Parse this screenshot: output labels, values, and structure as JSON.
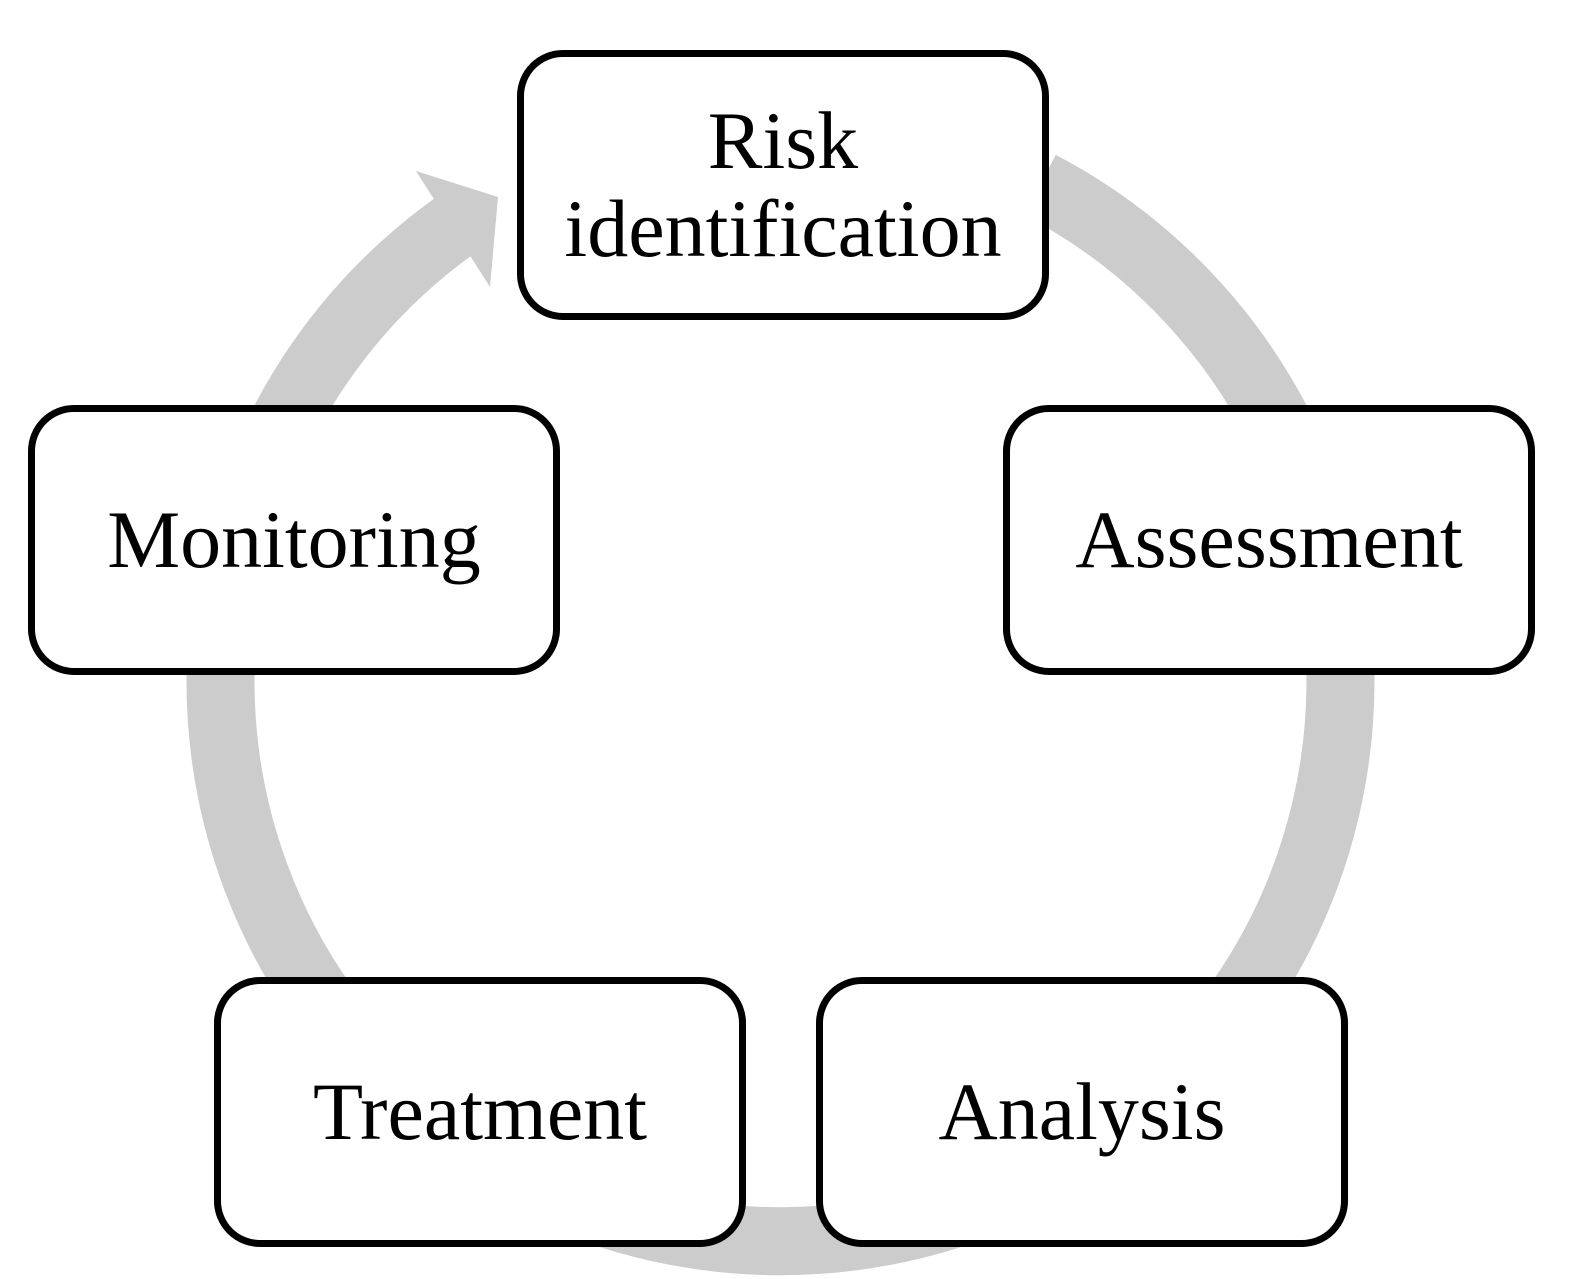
{
  "diagram": {
    "ring_color": "#cccccc",
    "box_border_color": "#000000",
    "box_fill_color": "#ffffff",
    "steps": [
      {
        "id": "risk-identification",
        "label": "Risk identification"
      },
      {
        "id": "assessment",
        "label": "Assessment"
      },
      {
        "id": "analysis",
        "label": "Analysis"
      },
      {
        "id": "treatment",
        "label": "Treatment"
      },
      {
        "id": "monitoring",
        "label": "Monitoring"
      }
    ]
  }
}
